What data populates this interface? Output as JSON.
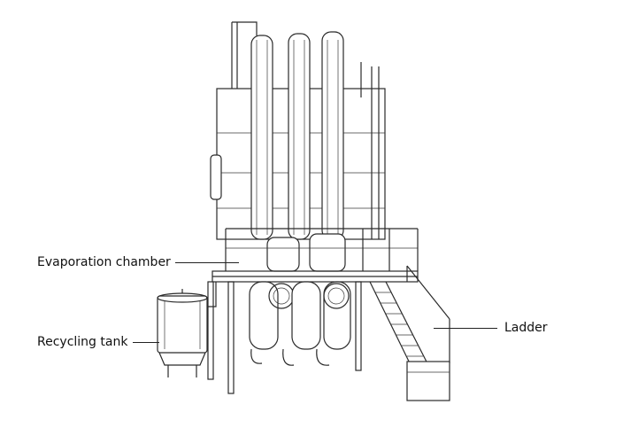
{
  "labels": {
    "evaporation_chamber": "Evaporation chamber",
    "recycling_tank": "Recycling tank",
    "ladder": "Ladder"
  }
}
